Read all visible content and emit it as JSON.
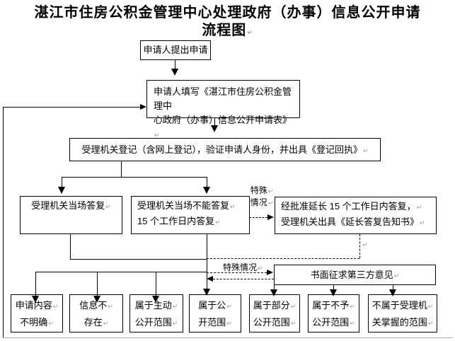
{
  "title": {
    "line1": "湛江市住房公积金管理中心处理政府（办事）信息公开申请",
    "line2": "流程图"
  },
  "glyphs": {
    "pilcrow": "↵"
  },
  "colors": {
    "line": "#000000",
    "background": "#ffffff",
    "paragraph_mark": "#999999"
  },
  "boxes": {
    "apply": "申请人提出申请",
    "fill_form": {
      "line1": "申请人填写《湛江市住房公积金管理中",
      "line2": "心政府（办事）信息公开申请表》"
    },
    "register": "受理机关登记（含网上登记），验证申请人身份，并出具《登记回执》",
    "onspot": "受理机关当场答复",
    "delayed": {
      "line1": "受理机关当场不能答复",
      "line2": "15 个工作日内答复"
    },
    "extended": {
      "line1": "经批准延长 15 个工作日内答复，",
      "line2": "受理机关出具《延长答复告知书》"
    },
    "third_party": "书面征求第三方意见"
  },
  "labels": {
    "special_case_a": "特殊",
    "special_case_b": "情况",
    "special_case_full": "特殊情况"
  },
  "outcomes": [
    {
      "line1": "申请内容",
      "line2": "不明确"
    },
    {
      "line1": "信息不",
      "line2": "存在"
    },
    {
      "line1": "属于主动",
      "line2": "公开范围"
    },
    {
      "line1": "属于公",
      "line2": "开范围"
    },
    {
      "line1": "属于部分",
      "line2": "公开范围"
    },
    {
      "line1": "属于不予",
      "line2": "公开范围"
    },
    {
      "line1": "不属于受理机",
      "line2": "关掌握的范围"
    }
  ]
}
